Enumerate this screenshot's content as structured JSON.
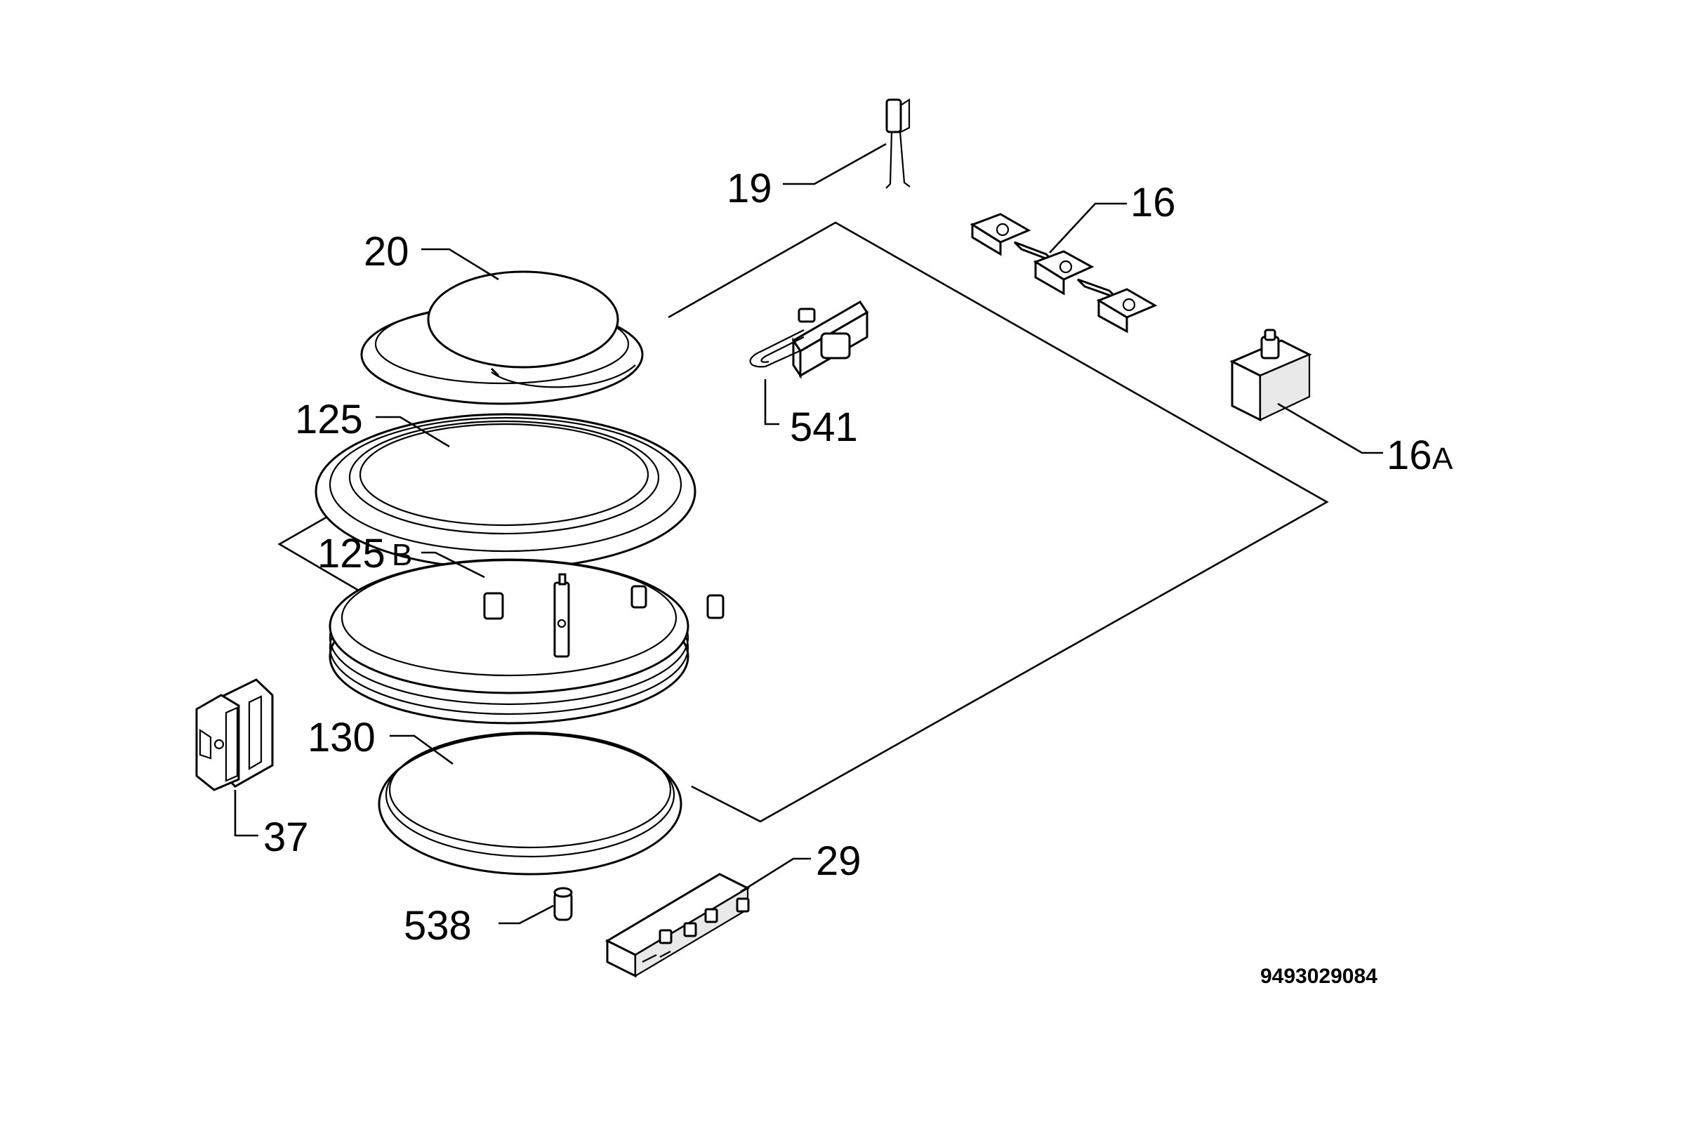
{
  "diagram": {
    "document_code": "9493029084",
    "parts": [
      {
        "id": "19",
        "number": "19",
        "suffix": ""
      },
      {
        "id": "16",
        "number": "16",
        "suffix": ""
      },
      {
        "id": "16a",
        "number": "16",
        "suffix": "A"
      },
      {
        "id": "20",
        "number": "20",
        "suffix": ""
      },
      {
        "id": "541",
        "number": "541",
        "suffix": ""
      },
      {
        "id": "125",
        "number": "125",
        "suffix": ""
      },
      {
        "id": "125b",
        "number": "125",
        "suffix": "B"
      },
      {
        "id": "130",
        "number": "130",
        "suffix": ""
      },
      {
        "id": "37",
        "number": "37",
        "suffix": ""
      },
      {
        "id": "29",
        "number": "29",
        "suffix": ""
      },
      {
        "id": "538",
        "number": "538",
        "suffix": ""
      }
    ]
  }
}
